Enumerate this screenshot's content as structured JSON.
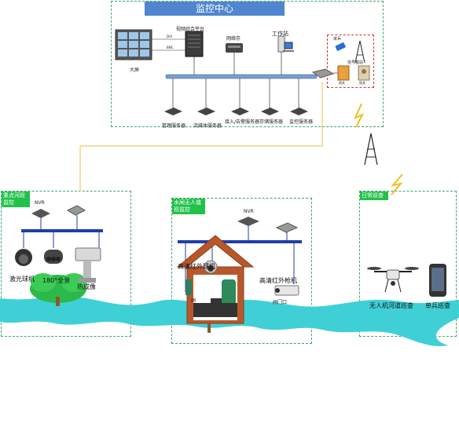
{
  "monitoring_center": {
    "title": "监控中心",
    "big_screen": "大屏",
    "video_platform": "视频综合平台",
    "nas": "网络存",
    "workstation": "工作站",
    "servers": [
      "管理服务器",
      "流媒体服务器",
      "接入/告警服务器",
      "存储服务器",
      "监控服务器"
    ],
    "ports": [
      "DVI",
      "BNC"
    ]
  },
  "wireless": {
    "label": "单兵",
    "base_station": "信号基站",
    "gw1": "网关",
    "gw2": "网关"
  },
  "zone_left": {
    "tag": "重点河段监控",
    "nvr": "NVR",
    "laser_dome": "激光球机",
    "panoramic": "180°全景",
    "thermal": "热成像"
  },
  "zone_mid": {
    "tag": "水闸无人值班监控",
    "nvr": "NVR",
    "hd_dome": "高清红外球机",
    "hd_bullet": "高清红外枪机",
    "gate_label": "闸",
    "door_label": "闸门口"
  },
  "zone_right": {
    "tag": "日常巡查",
    "drone": "无人机河道巡查",
    "soldier": "单兵巡查"
  },
  "colors": {
    "zone_border": "#3aa86b",
    "tag_bg": "#22c24a",
    "bus": "#1f3ea8",
    "river": "#3fd0d6",
    "fiber": "#e8c24a",
    "title_bar": "#4f86cf"
  }
}
